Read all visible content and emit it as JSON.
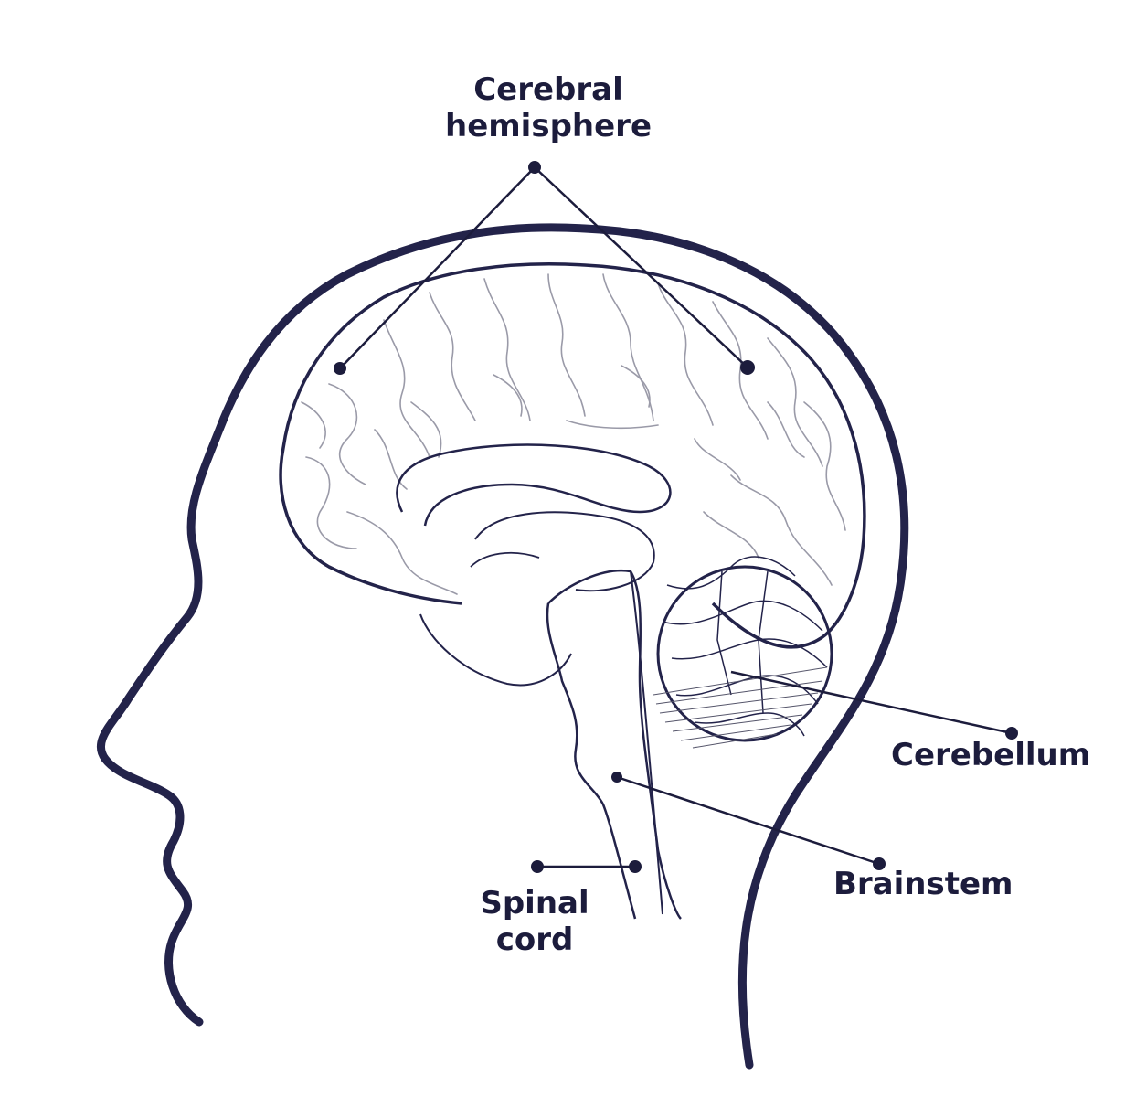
{
  "colors": {
    "ink": "#1c1c3c",
    "outline": "#23234a",
    "brain_detail": "#9a9aa8",
    "background": "#ffffff"
  },
  "labels": {
    "cerebral_hemisphere": {
      "line1": "Cerebral",
      "line2": "hemisphere"
    },
    "cerebellum": "Cerebellum",
    "brainstem": "Brainstem",
    "spinal_cord": {
      "line1": "Spinal",
      "line2": "cord"
    }
  }
}
